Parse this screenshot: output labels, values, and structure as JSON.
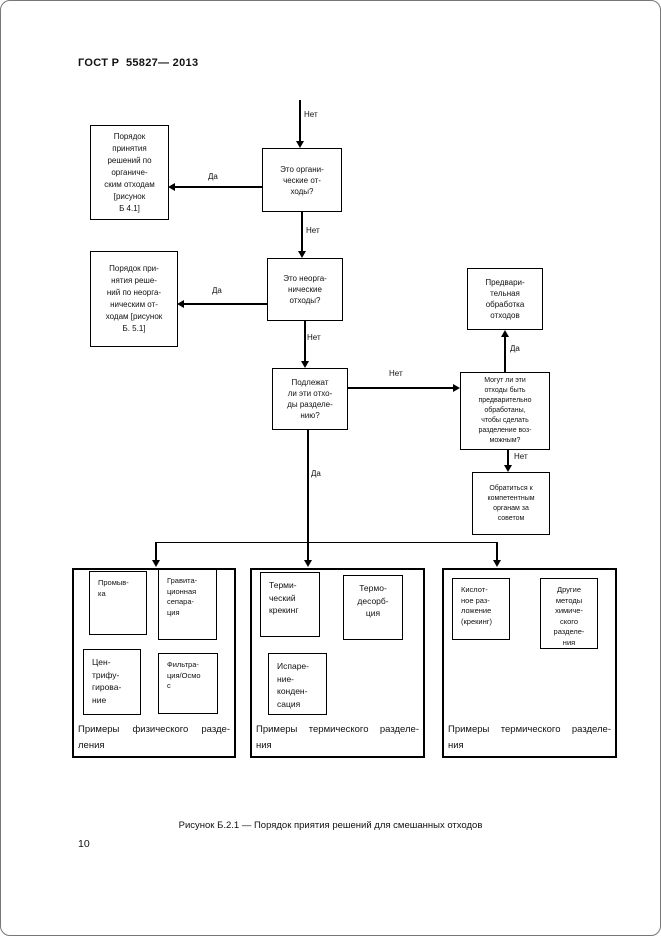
{
  "page": {
    "header": "ГОСТ Р  55827— 2013",
    "page_number": "10",
    "caption": "Рисунок Б.2.1 — Порядок приятия решений для смешанных отходов"
  },
  "flowchart": {
    "labels": {
      "yes": "Да",
      "no": "Нет"
    },
    "nodes": {
      "organic_decision": "Это органи-\nческие от-\nходы?",
      "organic_procedure": "Порядок\nпринятия\nрешений по\nорганиче-\nским отходам\n[рисунок\nБ 4.1]",
      "inorganic_decision": "Это неорга-\nнические\nотходы?",
      "inorganic_procedure": "Порядок при-\nнятия реше-\nний по неорга-\nническим от-\nходам [рисунок\nБ. 5.1]",
      "separation_decision": "Подлежат\nли эти отхо-\nды разделе-\nнию?",
      "pretreat_decision": "Могут ли эти\nотходы быть\nпредварительно\nобработаны,\nчтобы сделать\nразделение воз-\nможным?",
      "pretreatment": "Предвари-\nтельная\nобработка\nотходов",
      "consult_authorities": "Обратиться к\nкомпетентным\nорганам за\nсоветом"
    },
    "groups": [
      {
        "caption": [
          "Примеры  физического  разде-",
          "ления"
        ],
        "items": [
          "Промыв-\nка",
          "Гравита-\nционная\nсепара-\nция",
          "Цен-\nтрифу-\nгирова-\nние",
          "Фильтра-\nция/Осмо\nс"
        ]
      },
      {
        "caption": [
          "Примеры  термического  разделе-",
          "ния"
        ],
        "items": [
          "Терми-\nческий\nкрекинг",
          "Термо-\nдесорб-\nция",
          "Испаре-\nние-\nконден-\nсация"
        ]
      },
      {
        "caption": [
          "Примеры  термического  разделе-",
          "ния"
        ],
        "items": [
          "Кислот-\nное раз-\nложение\n(крекинг)",
          "Другие\nметоды\nхимиче-\nского\nразделе-\nния"
        ]
      }
    ]
  }
}
